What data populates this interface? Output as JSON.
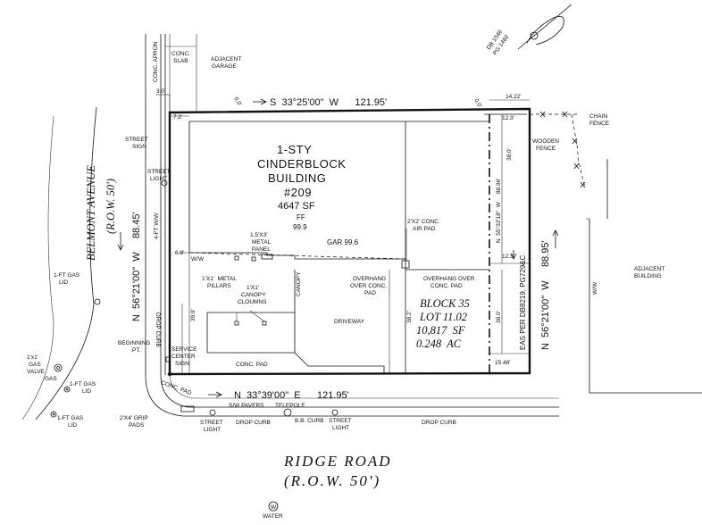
{
  "building": {
    "line1": "1-STY",
    "line2": "CINDERBLOCK",
    "line3": "BUILDING",
    "number": "#209",
    "area": "4647 SF",
    "ff_label": "FF",
    "ff_value": "99.9",
    "gar": "GAR 99.6"
  },
  "roads": {
    "belmont_name": "BELMONT AVENUE",
    "belmont_row": "(R.O.W. 50')",
    "ridge_name": "RIDGE ROAD",
    "ridge_row": "(R.O.W. 50')"
  },
  "bearings": {
    "top": "S  33°25'00\"  W      121.95'",
    "bottom": "N  33°39'00\"  E      121.95'",
    "left": "N  56°21'00\"  W     88.45'",
    "right": "N  56°21'00\"  W     88.95'",
    "inner_right": "N  55°32'18\"  W     88.96'"
  },
  "lot": {
    "block": "BLOCK 35",
    "lot": "LOT 11.02",
    "sf": "10,817  SF",
    "ac": "0.248  AC"
  },
  "deed": {
    "line1": "DB 1546",
    "line2": "PG 1460",
    "easement": "EAS PER DB8219, PG729&C"
  },
  "dimensions": {
    "d_3_0": "3.0'",
    "d_0_0a": "0.0'",
    "d_0_0b": "0.0'",
    "d_14_22": "14.22'",
    "d_7_2": "7.2'",
    "d_12_3a": "12.3'",
    "d_12_3b": "12.3'",
    "d_6_8": "6.8'",
    "d_39_9": "39.9'",
    "d_38_2": "38.2'",
    "d_38_0a": "38.0'",
    "d_38_0b": "38.0'",
    "d_15_48": "15.48'"
  },
  "labels": {
    "conc_apron": "CONC. APRON",
    "conc_slab_1": "CONC.",
    "conc_slab_2": "SLAB",
    "adjacent_garage_1": "ADJACENT",
    "adjacent_garage_2": "GARAGE",
    "street_sign_1": "STREET",
    "street_sign_2": "SIGN",
    "street_light_1": "STREET",
    "street_light_2": "LIGHT",
    "sidewalk": "4-FT W/W",
    "gas_lid_1": "1-FT GAS",
    "gas_lid_2": "LID",
    "drop_curb": "DROP CURB",
    "ww": "W/W",
    "metal_panel_1": "1.5'X3'",
    "metal_panel_2": "METAL",
    "metal_panel_3": "PANEL",
    "metal_pillars_1": "1'X1'  METAL",
    "metal_pillars_2": "PILLARS",
    "canopy_cols_1": "1'X1'",
    "canopy_cols_2": "CANOPY",
    "canopy_cols_3": "CLOUMNS",
    "canopy": "CANOPY",
    "overhang_1": "OVERHANG",
    "overhang_2": "OVER CONC.",
    "overhang_3": "PAD",
    "driveway": "DRIVEWAY",
    "air_pad_1": "2'X2' CONC.",
    "air_pad_2": "AIR PAD",
    "overhead_1": "OVERHANG OVER",
    "overhead_2": "CONC. PAD",
    "conc_pad": "CONC. PAD",
    "beginning_1": "BEGINNING",
    "beginning_2": "PT.",
    "service_1": "SERVICE",
    "service_2": "CENTER",
    "service_3": "SIGN",
    "conc_pad_corner": "CONC. PAD",
    "gas_valve_1": "1'x1'",
    "gas_valve_2": "GAS",
    "gas_valve_3": "VALVE",
    "gas": "GAS",
    "grip_pads_1": "2'X4' GRIP",
    "grip_pads_2": "PADS",
    "sw_pavers": "S/W PAVERS",
    "telepole": "TELEPOLE",
    "bb_curb": "B.B. CURB",
    "drop_curb_b1": "DROP CURB",
    "drop_curb_b2": "DROP CURB",
    "water": "WATER",
    "wooden_fence_1": "WOODEN",
    "wooden_fence_2": "FENCE",
    "chain_fence_1": "CHAIN",
    "chain_fence_2": "FENCE",
    "adjacent_building_1": "ADJACENT",
    "adjacent_building_2": "BUILDING",
    "ww_right": "W/W"
  }
}
